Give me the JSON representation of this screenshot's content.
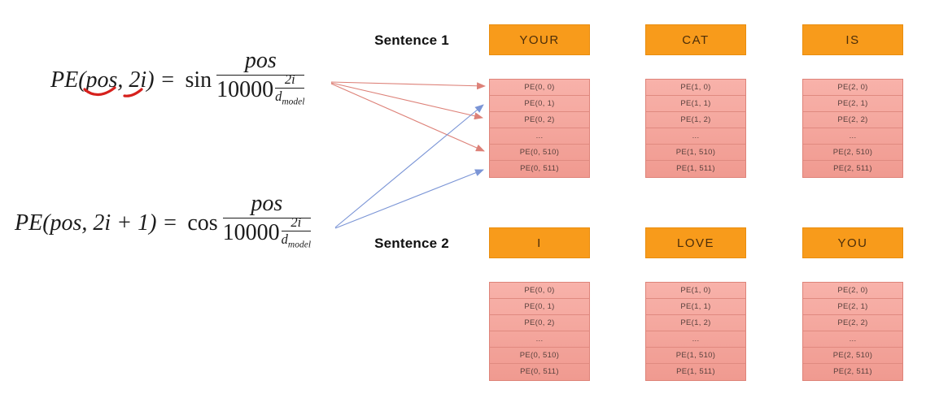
{
  "formulas": [
    {
      "lhs": "PE(pos, 2i) =",
      "func": "sin",
      "numerator": "pos",
      "base": "10000",
      "exp_numerator": "2i",
      "exp_den_var": "d",
      "exp_den_sub": "model"
    },
    {
      "lhs": "PE(pos, 2i + 1) =",
      "func": "cos",
      "numerator": "pos",
      "base": "10000",
      "exp_numerator": "2i",
      "exp_den_var": "d",
      "exp_den_sub": "model"
    }
  ],
  "sentences": [
    {
      "label": "Sentence 1",
      "words": [
        {
          "word": "YOUR",
          "cells": [
            "PE(0, 0)",
            "PE(0, 1)",
            "PE(0, 2)",
            "...",
            "PE(0, 510)",
            "PE(0, 511)"
          ]
        },
        {
          "word": "CAT",
          "cells": [
            "PE(1, 0)",
            "PE(1, 1)",
            "PE(1, 2)",
            "...",
            "PE(1, 510)",
            "PE(1, 511)"
          ]
        },
        {
          "word": "IS",
          "cells": [
            "PE(2, 0)",
            "PE(2, 1)",
            "PE(2, 2)",
            "...",
            "PE(2, 510)",
            "PE(2, 511)"
          ]
        }
      ]
    },
    {
      "label": "Sentence 2",
      "words": [
        {
          "word": "I",
          "cells": [
            "PE(0, 0)",
            "PE(0, 1)",
            "PE(0, 2)",
            "...",
            "PE(0, 510)",
            "PE(0, 511)"
          ]
        },
        {
          "word": "LOVE",
          "cells": [
            "PE(1, 0)",
            "PE(1, 1)",
            "PE(1, 2)",
            "...",
            "PE(1, 510)",
            "PE(1, 511)"
          ]
        },
        {
          "word": "YOU",
          "cells": [
            "PE(2, 0)",
            "PE(2, 1)",
            "PE(2, 2)",
            "...",
            "PE(2, 510)",
            "PE(2, 511)"
          ]
        }
      ]
    }
  ],
  "arrows": [
    {
      "from": "sin-formula",
      "to": "PE(0, 0)",
      "color": "red"
    },
    {
      "from": "cos-formula",
      "to": "PE(0, 1)",
      "color": "blue"
    },
    {
      "from": "sin-formula",
      "to": "PE(0, 2)",
      "color": "red"
    },
    {
      "from": "sin-formula",
      "to": "PE(0, 510)",
      "color": "red"
    },
    {
      "from": "cos-formula",
      "to": "PE(0, 511)",
      "color": "blue"
    }
  ],
  "colors": {
    "word_box": "#F89B1B",
    "word_box_border": "#E98D0E",
    "word_text": "#4C2E0A",
    "cell_fill": "#F5A9A1",
    "cell_border": "#E08A80",
    "cell_text": "#59413D",
    "sin_arrow": "#DD8178",
    "cos_arrow": "#7B95D6",
    "annotation_red": "#D6201C"
  }
}
